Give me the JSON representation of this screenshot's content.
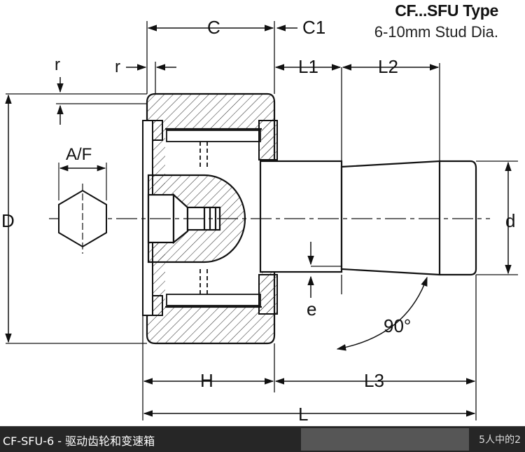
{
  "title": "CF...SFU Type",
  "subtitle": "6-10mm Stud Dia.",
  "labels": {
    "C": "C",
    "C1": "C1",
    "r_top": "r",
    "r_side": "r",
    "L1": "L1",
    "L2": "L2",
    "AF": "A/F",
    "D": "D",
    "d": "d",
    "e": "e",
    "angle": "90°",
    "H": "H",
    "L3": "L3",
    "L": "L"
  },
  "viewer": {
    "caption": "CF-SFU-6 - 驱动齿轮和变速箱",
    "counter": "5人中的2"
  },
  "colors": {
    "line": "#111111",
    "hatch": "#333333",
    "background": "#ffffff",
    "caption_bar": "#262626"
  }
}
